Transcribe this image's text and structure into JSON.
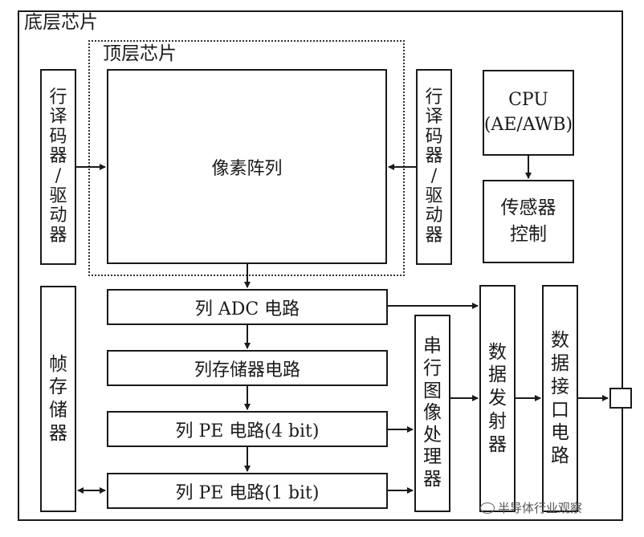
{
  "bottom_chip": {
    "title": "底层芯片"
  },
  "top_chip": {
    "title": "顶层芯片"
  },
  "pixel_array": {
    "label": "像素阵列"
  },
  "row_decoder_left": {
    "chars": [
      "行",
      "译",
      "码",
      "器",
      "/",
      "驱",
      "动",
      "器"
    ]
  },
  "row_decoder_right": {
    "chars": [
      "行",
      "译",
      "码",
      "器",
      "/",
      "驱",
      "动",
      "器"
    ]
  },
  "cpu": {
    "line1": "CPU",
    "line2": "(AE/AWB)"
  },
  "sensor_control": {
    "line1": "传感器",
    "line2": "控制"
  },
  "frame_memory": {
    "chars": [
      "帧",
      "存",
      "储",
      "器"
    ]
  },
  "col_adc": {
    "label": "列 ADC 电路"
  },
  "col_memory": {
    "label": "列存储器电路"
  },
  "pe_4bit": {
    "label": "列 PE 电路(4 bit)"
  },
  "pe_1bit": {
    "label": "列 PE 电路(1 bit)"
  },
  "serial_proc": {
    "chars": [
      "串",
      "行",
      "图",
      "像",
      "处",
      "理",
      "器"
    ]
  },
  "data_tx": {
    "chars": [
      "数",
      "据",
      "发",
      "射",
      "器"
    ]
  },
  "data_if": {
    "chars": [
      "数",
      "据",
      "接",
      "口",
      "电",
      "路"
    ]
  },
  "watermark": {
    "text": "半导体行业观察"
  }
}
